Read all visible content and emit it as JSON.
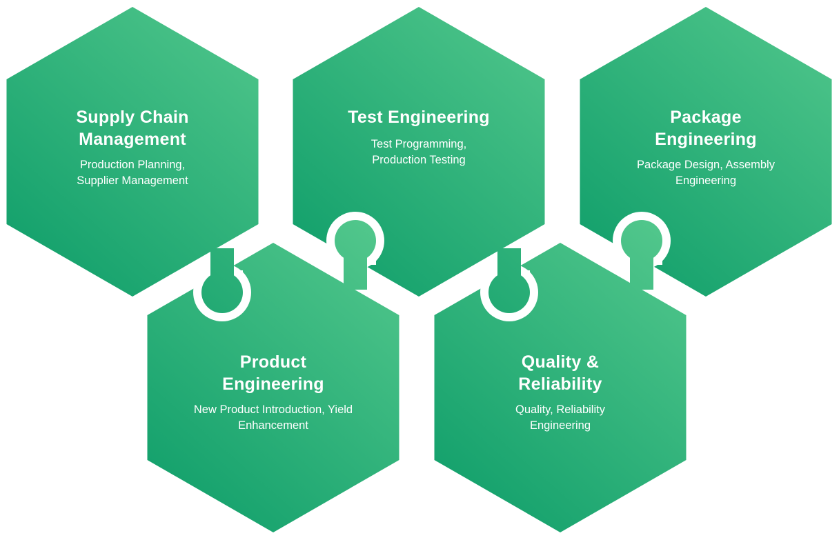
{
  "colors": {
    "light": "#52c78c",
    "dark": "#0c9c68",
    "gap": "#ffffff"
  },
  "hexagons": [
    {
      "title": "Supply Chain Management",
      "subtitle": "Production Planning, Supplier Management"
    },
    {
      "title": "Test Engineering",
      "subtitle": "Test Programming, Production Testing"
    },
    {
      "title": "Package Engineering",
      "subtitle": "Package Design, Assembly Engineering"
    },
    {
      "title": "Product Engineering",
      "subtitle": "New Product Introduction, Yield Enhancement"
    },
    {
      "title": "Quality & Reliability",
      "subtitle": "Quality, Reliability Engineering"
    }
  ]
}
